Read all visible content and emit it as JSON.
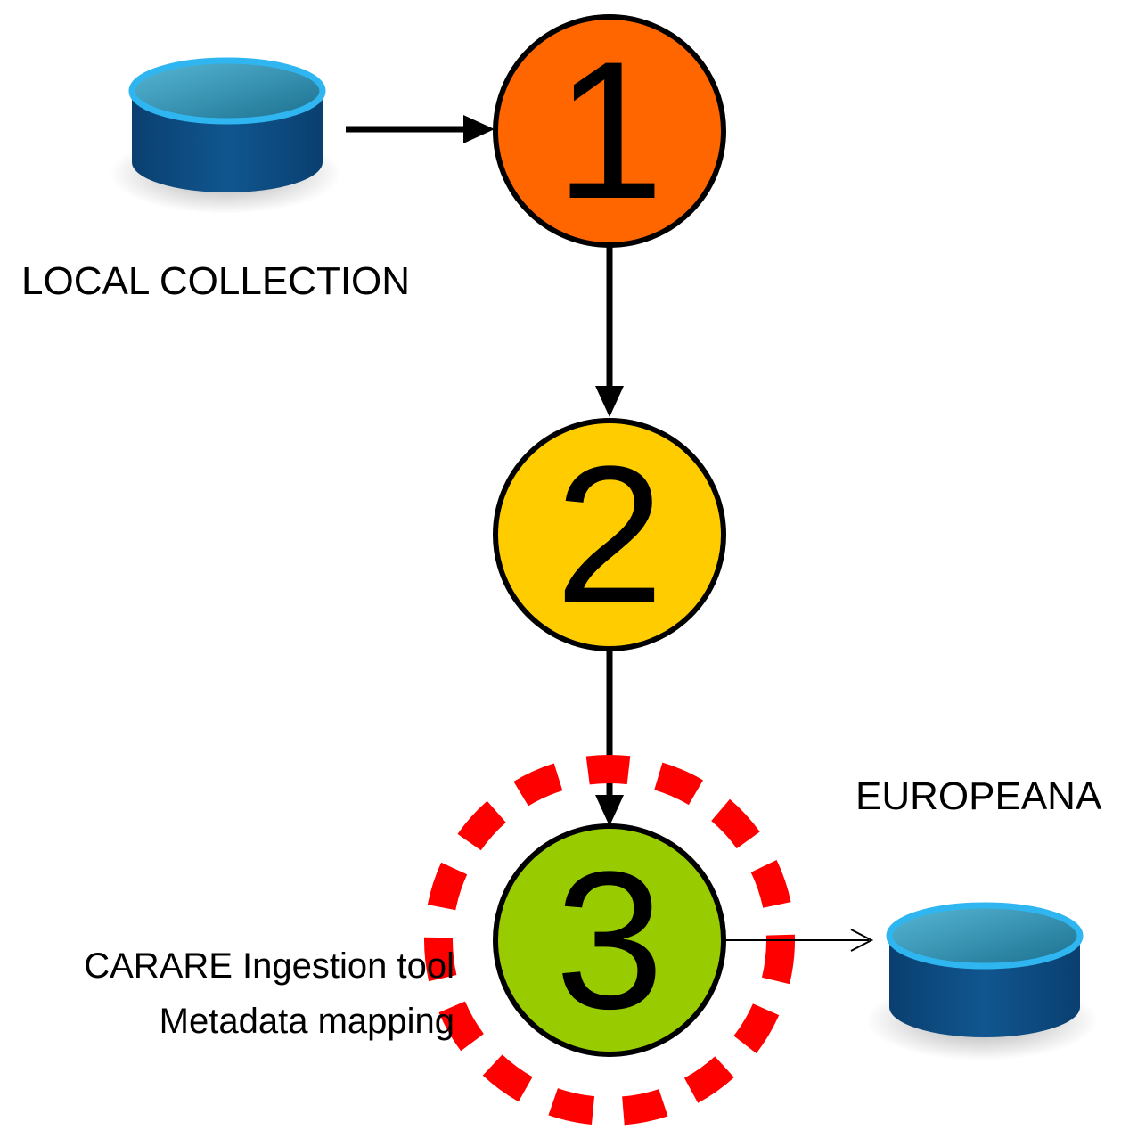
{
  "nodes": [
    {
      "id": "step-1",
      "label": "1",
      "color": "#ff6600"
    },
    {
      "id": "step-2",
      "label": "2",
      "color": "#ffcc00"
    },
    {
      "id": "step-3",
      "label": "3",
      "color": "#99cc00"
    }
  ],
  "sources": {
    "local": {
      "label": "LOCAL COLLECTION",
      "icon": "database-icon"
    },
    "europeana": {
      "label": "EUROPEANA",
      "icon": "database-icon"
    }
  },
  "annotation": {
    "line1": "CARARE Ingestion tool",
    "line2": "Metadata mapping",
    "highlight_color": "#ff0000"
  },
  "colors": {
    "db_top": "#3aa6c8",
    "db_rim": "#2fb6f0",
    "db_body": "#0d4f87",
    "arrow": "#000000"
  }
}
